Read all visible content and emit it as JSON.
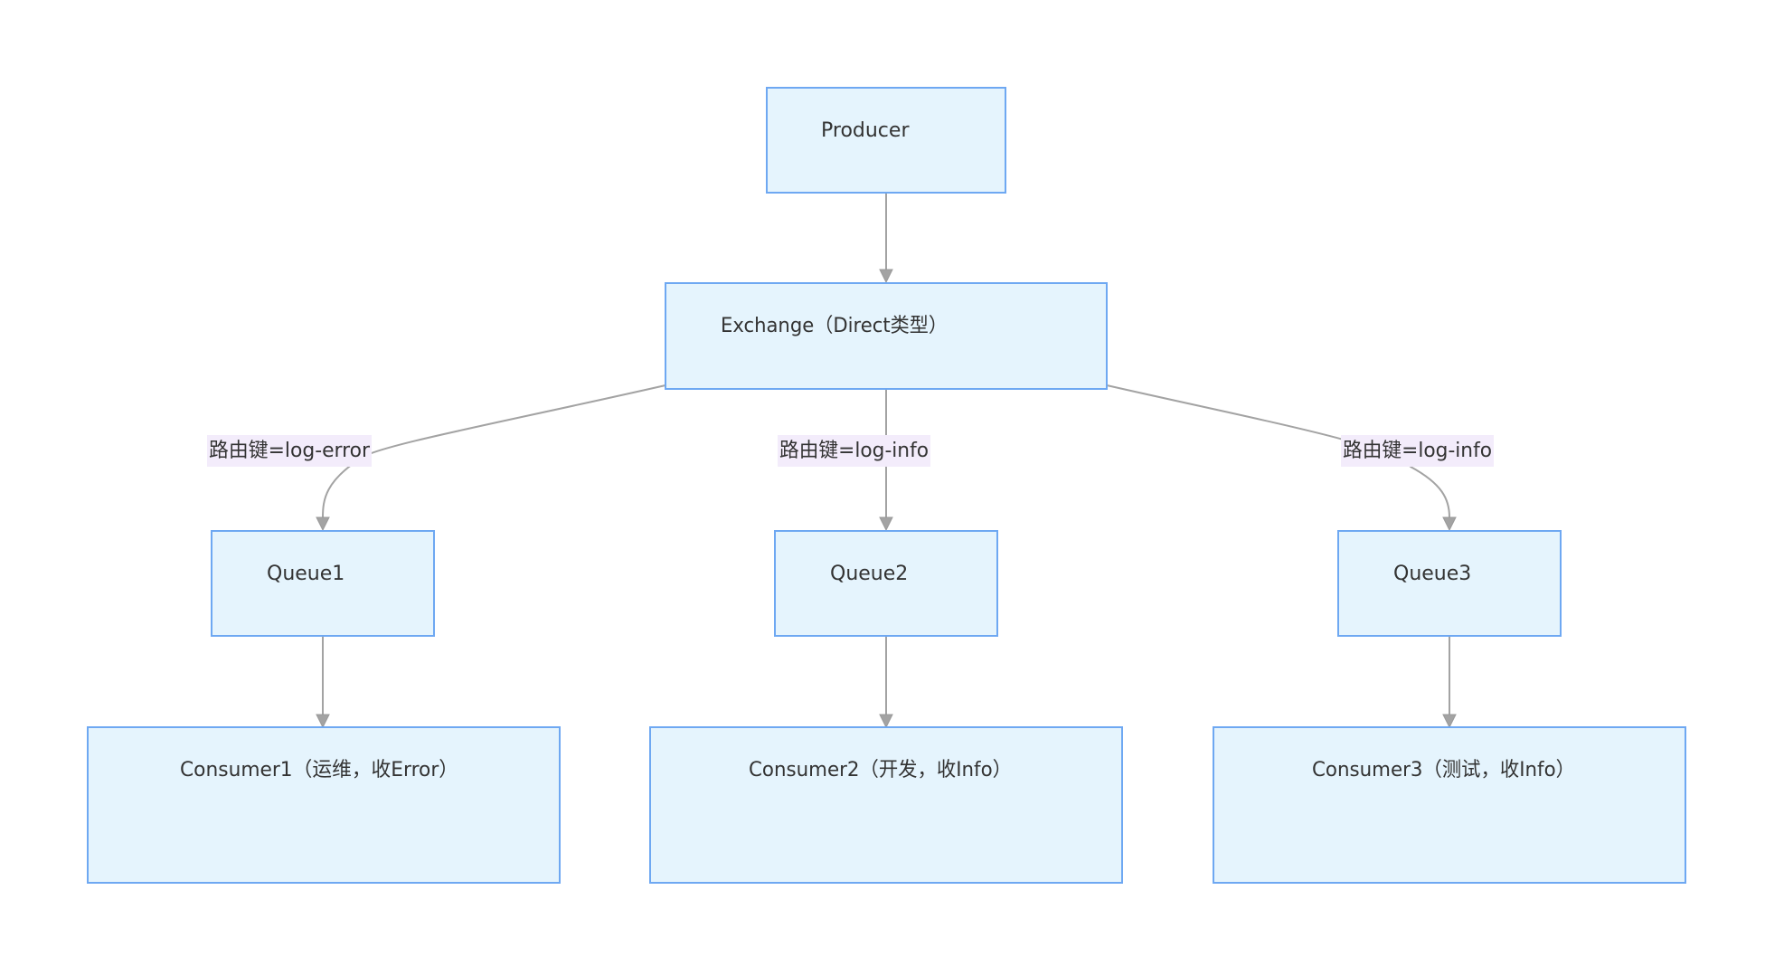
{
  "nodes": {
    "producer": "Producer",
    "exchange": "Exchange（Direct类型）",
    "queue1": "Queue1",
    "queue2": "Queue2",
    "queue3": "Queue3",
    "consumer1": "Consumer1（运维，收Error）",
    "consumer2": "Consumer2（开发，收Info）",
    "consumer3": "Consumer3（测试，收Info）"
  },
  "edge_labels": {
    "exchange_queue1": "路由键=log-error",
    "exchange_queue2": "路由键=log-info",
    "exchange_queue3": "路由键=log-info"
  },
  "colors": {
    "node_fill": "#e5f4fd",
    "node_stroke": "#6ea8f2",
    "edge": "#a3a3a3",
    "label_bg": "#f3ecfb"
  }
}
